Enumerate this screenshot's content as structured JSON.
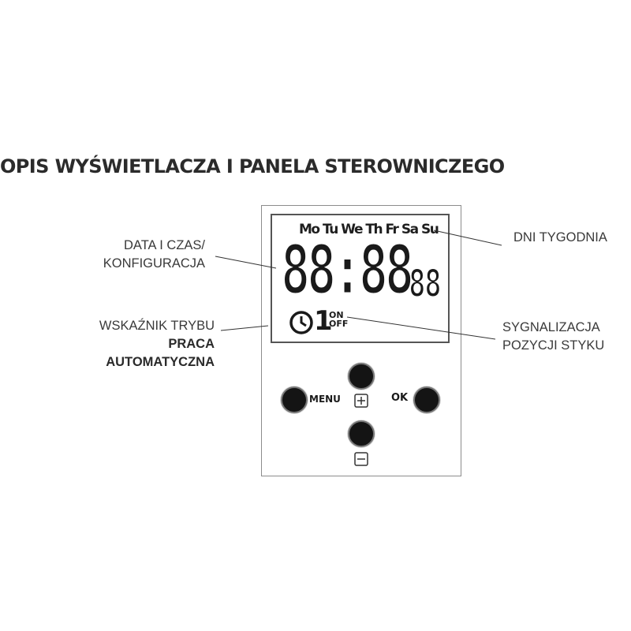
{
  "title": "OPIS WYŚWIETLACZA I PANELA STEROWNICZEGO",
  "labels": {
    "date_time_line1": "DATA I CZAS/",
    "date_time_line2": "KONFIGURACJA",
    "mode_line1": "WSKAŹNIK TRYBU",
    "mode_line2": "PRACA",
    "mode_line3": "AUTOMATYCZNA",
    "days_of_week": "DNI TYGODNIA",
    "contact_line1": "SYGNALIZACJA",
    "contact_line2": "POZYCJI STYKU"
  },
  "display": {
    "days": [
      "Mo",
      "Tu",
      "We",
      "Th",
      "Fr",
      "Sa",
      "Su"
    ],
    "time_digits": "88:88",
    "seconds_digits": "88",
    "program_number": "1",
    "state_on": "ON",
    "state_off": "OFF",
    "clock_icon": "clock-icon"
  },
  "buttons": {
    "menu_label": "MENU",
    "ok_label": "OK",
    "plus_icon": "plus-square-icon",
    "minus_icon": "minus-square-icon"
  }
}
